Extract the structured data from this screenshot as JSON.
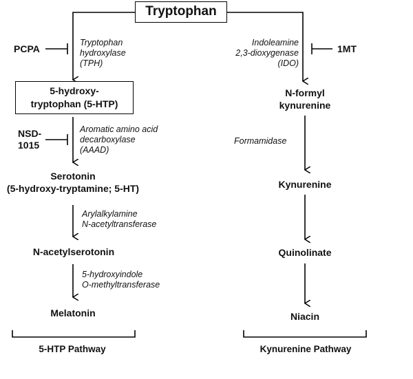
{
  "nodes": {
    "tryptophan": "Tryptophan",
    "htp_line1": "5-hydroxy-",
    "htp_line2": "tryptophan (5-HTP)",
    "serotonin_line1": "Serotonin",
    "serotonin_line2": "(5-hydroxy-tryptamine;  5-HT)",
    "n_acetylserotonin": "N-acetylserotonin",
    "melatonin": "Melatonin",
    "n_formyl_line1": "N-formyl",
    "n_formyl_line2": "kynurenine",
    "kynurenine": "Kynurenine",
    "quinolinate": "Quinolinate",
    "niacin": "Niacin"
  },
  "enzymes": {
    "tph_line1": "Tryptophan",
    "tph_line2": "hydroxylase",
    "tph_line3": "(TPH)",
    "aaad_line1": "Aromatic amino acid",
    "aaad_line2": "decarboxylase",
    "aaad_line3": "(AAAD)",
    "aanat_line1": "Arylalkylamine",
    "aanat_line2": "N-acetyltransferase",
    "hiomt_line1": "5-hydroxyindole",
    "hiomt_line2": "O-methyltransferase",
    "ido_line1": "Indoleamine",
    "ido_line2": "2,3-dioxygenase",
    "ido_line3": "(IDO)",
    "formamidase": "Formamidase"
  },
  "inhibitors": {
    "pcpa": "PCPA",
    "nsd_line1": "NSD-",
    "nsd_line2": "1015",
    "one_mt": "1MT"
  },
  "pathways": {
    "left": "5-HTP Pathway",
    "right": "Kynurenine Pathway"
  }
}
